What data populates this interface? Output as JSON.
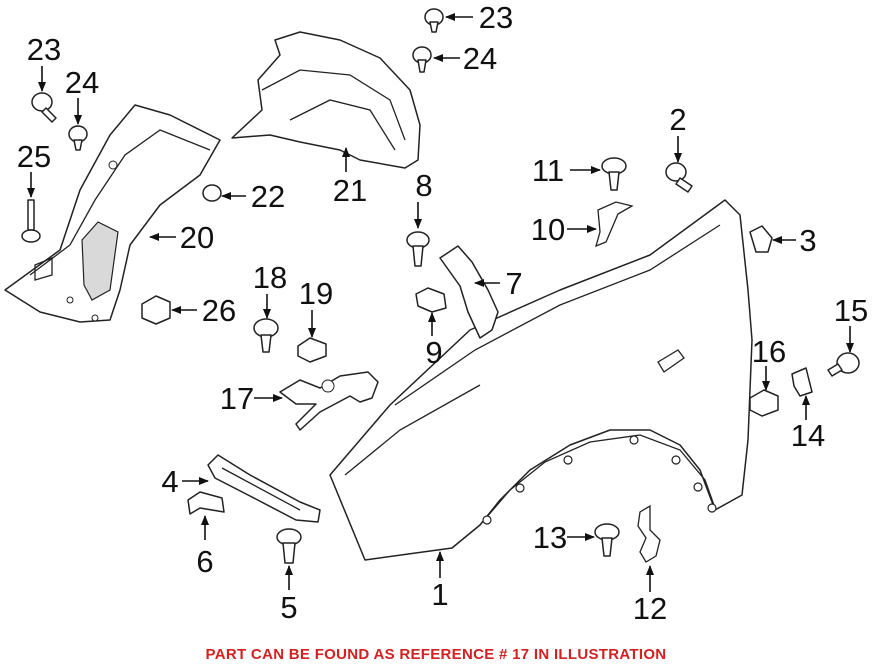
{
  "callouts": {
    "c1": "1",
    "c2": "2",
    "c3": "3",
    "c4": "4",
    "c5": "5",
    "c6": "6",
    "c7": "7",
    "c8": "8",
    "c9": "9",
    "c10": "10",
    "c11": "11",
    "c12": "12",
    "c13": "13",
    "c14": "14",
    "c15": "15",
    "c16": "16",
    "c17": "17",
    "c18": "18",
    "c19": "19",
    "c20": "20",
    "c21": "21",
    "c22": "22",
    "c23a": "23",
    "c23b": "23",
    "c24a": "24",
    "c24b": "24",
    "c25": "25",
    "c26": "26"
  },
  "footer": {
    "text": "PART CAN BE FOUND AS REFERENCE # 17 IN ILLUSTRATION",
    "color": "#d32020"
  }
}
